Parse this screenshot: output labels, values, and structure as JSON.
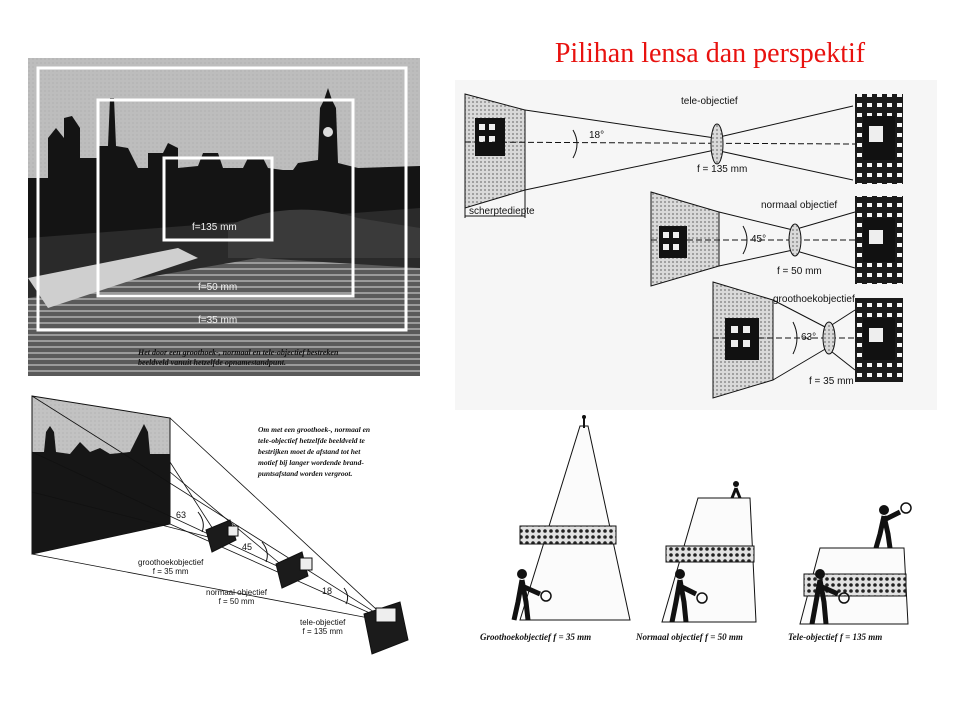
{
  "slide": {
    "title": "Pilihan lensa dan perspektif"
  },
  "photo_frames": {
    "tele": "f=135 mm",
    "normal": "f=50 mm",
    "wide": "f=35 mm",
    "caption_line1": "Het door een groothoek-, normaal en tele-objectief bestreken",
    "caption_line2": "beeldveld vanuit hetzelfde opnamestandpunt."
  },
  "lens_diagram": {
    "tele_label": "tele-objectief",
    "tele_angle": "18°",
    "tele_focal": "f = 135 mm",
    "depth_label": "scherptediepte",
    "normal_label": "normaal objectief",
    "normal_angle": "45°",
    "normal_focal": "f = 50 mm",
    "wide_label": "groothoekobjectief",
    "wide_angle": "63°",
    "wide_focal": "f = 35 mm"
  },
  "camera_diagram": {
    "caption_lines": [
      "Om met een groothoek-, normaal en",
      "tele-objectief hetzelfde beeldveld te",
      "bestrijken moet de afstand tot het",
      "motief bij langer wordende brand-",
      "puntsafstand worden vergroot."
    ],
    "angle_wide": "63",
    "angle_normal": "45",
    "angle_tele": "18",
    "wide_name": "groothoekobjectief",
    "wide_focal": "f = 35 mm",
    "normal_name": "normaal objectief",
    "normal_focal": "f = 50 mm",
    "tele_name": "tele-objectief",
    "tele_focal": "f = 135 mm"
  },
  "perspective_diagram": {
    "caption_wide": "Groothoekobjectief f = 35 mm",
    "caption_normal": "Normaal objectief f = 50 mm",
    "caption_tele": "Tele-objectief f = 135 mm"
  }
}
